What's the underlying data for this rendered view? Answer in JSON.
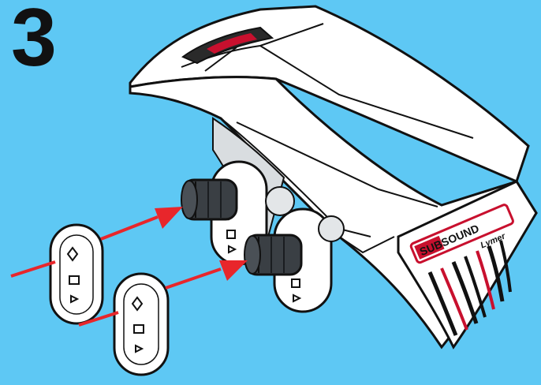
{
  "step": {
    "number": "3"
  },
  "badge": {
    "brand_main": "SUBSOUND",
    "brand_sub": "Lymer"
  },
  "colors": {
    "background": "#5ec8f4",
    "arrow": "#e8262b",
    "part_fill": "#ffffff",
    "outline": "#111111",
    "pin": "#3a3f44",
    "accent_red": "#c8102e"
  }
}
